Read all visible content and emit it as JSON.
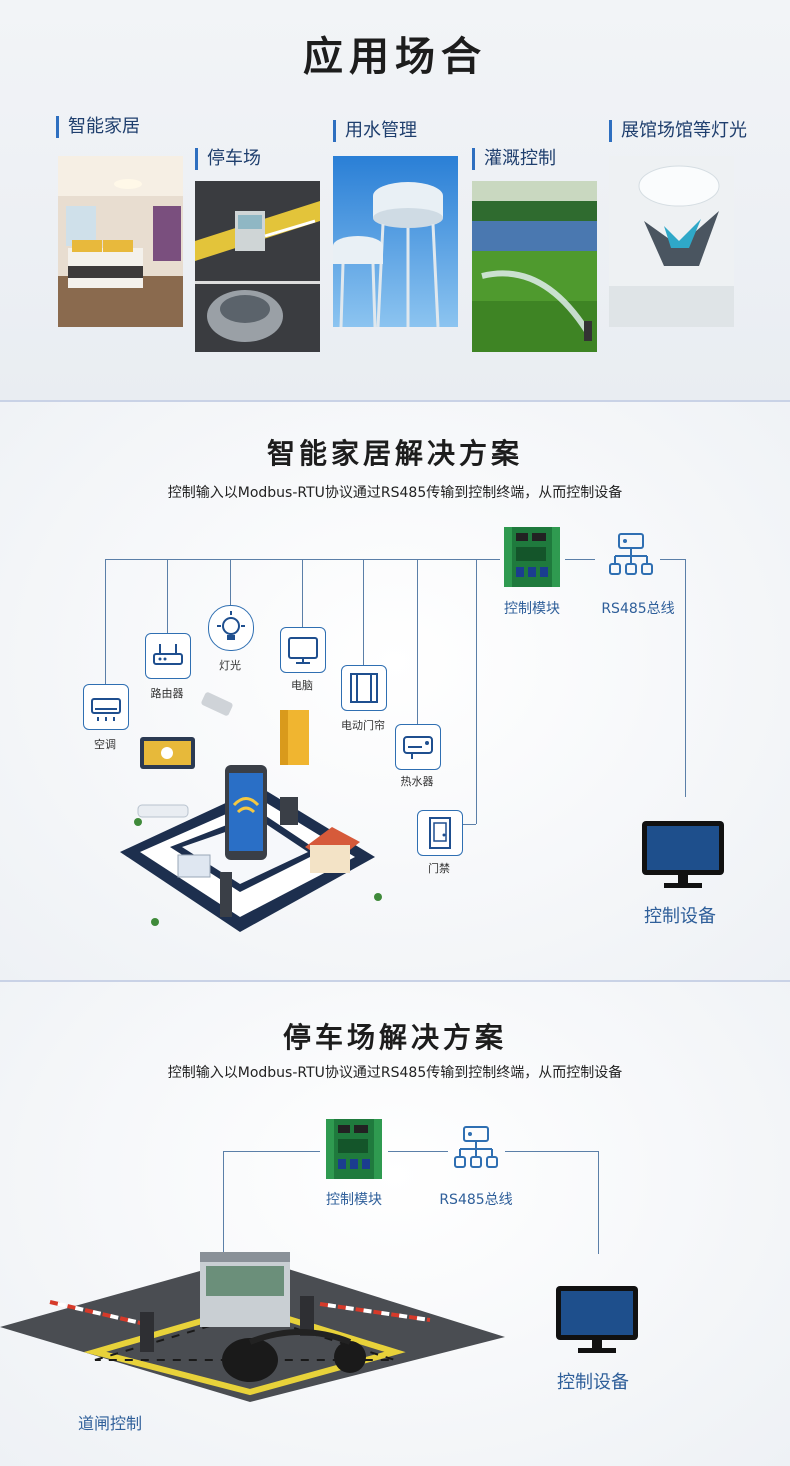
{
  "applications": {
    "title": "应用场合",
    "scenes": [
      {
        "label": "智能家居",
        "icon": "bedroom-photo"
      },
      {
        "label": "停车场",
        "icon": "parking-gate-photo"
      },
      {
        "label": "用水管理",
        "icon": "water-tower-photo"
      },
      {
        "label": "灌溉控制",
        "icon": "sprinkler-photo"
      },
      {
        "label": "展馆场馆等灯光",
        "icon": "exhibition-hall-photo"
      }
    ]
  },
  "smart_home": {
    "title": "智能家居解决方案",
    "description": "控制输入以Modbus-RTU协议通过RS485传输到控制终端，从而控制设备",
    "devices": [
      {
        "label": "空调",
        "icon": "air-conditioner-icon"
      },
      {
        "label": "路由器",
        "icon": "router-icon"
      },
      {
        "label": "灯光",
        "icon": "light-bulb-icon"
      },
      {
        "label": "电脑",
        "icon": "monitor-icon"
      },
      {
        "label": "电动门帘",
        "icon": "curtain-icon"
      },
      {
        "label": "热水器",
        "icon": "water-heater-icon"
      },
      {
        "label": "门禁",
        "icon": "door-access-icon"
      }
    ],
    "control_module": "控制模块",
    "bus": "RS485总线",
    "control_device": "控制设备"
  },
  "parking": {
    "title": "停车场解决方案",
    "description": "控制输入以Modbus-RTU协议通过RS485传输到控制终端，从而控制设备",
    "control_module": "控制模块",
    "bus": "RS485总线",
    "control_device": "控制设备",
    "gate_control": "道闸控制"
  },
  "colors": {
    "accent_blue": "#2e6fc0",
    "line_blue": "#5b7fa8",
    "board_green": "#1f7a3d",
    "screen_blue": "#1e4f8c"
  }
}
